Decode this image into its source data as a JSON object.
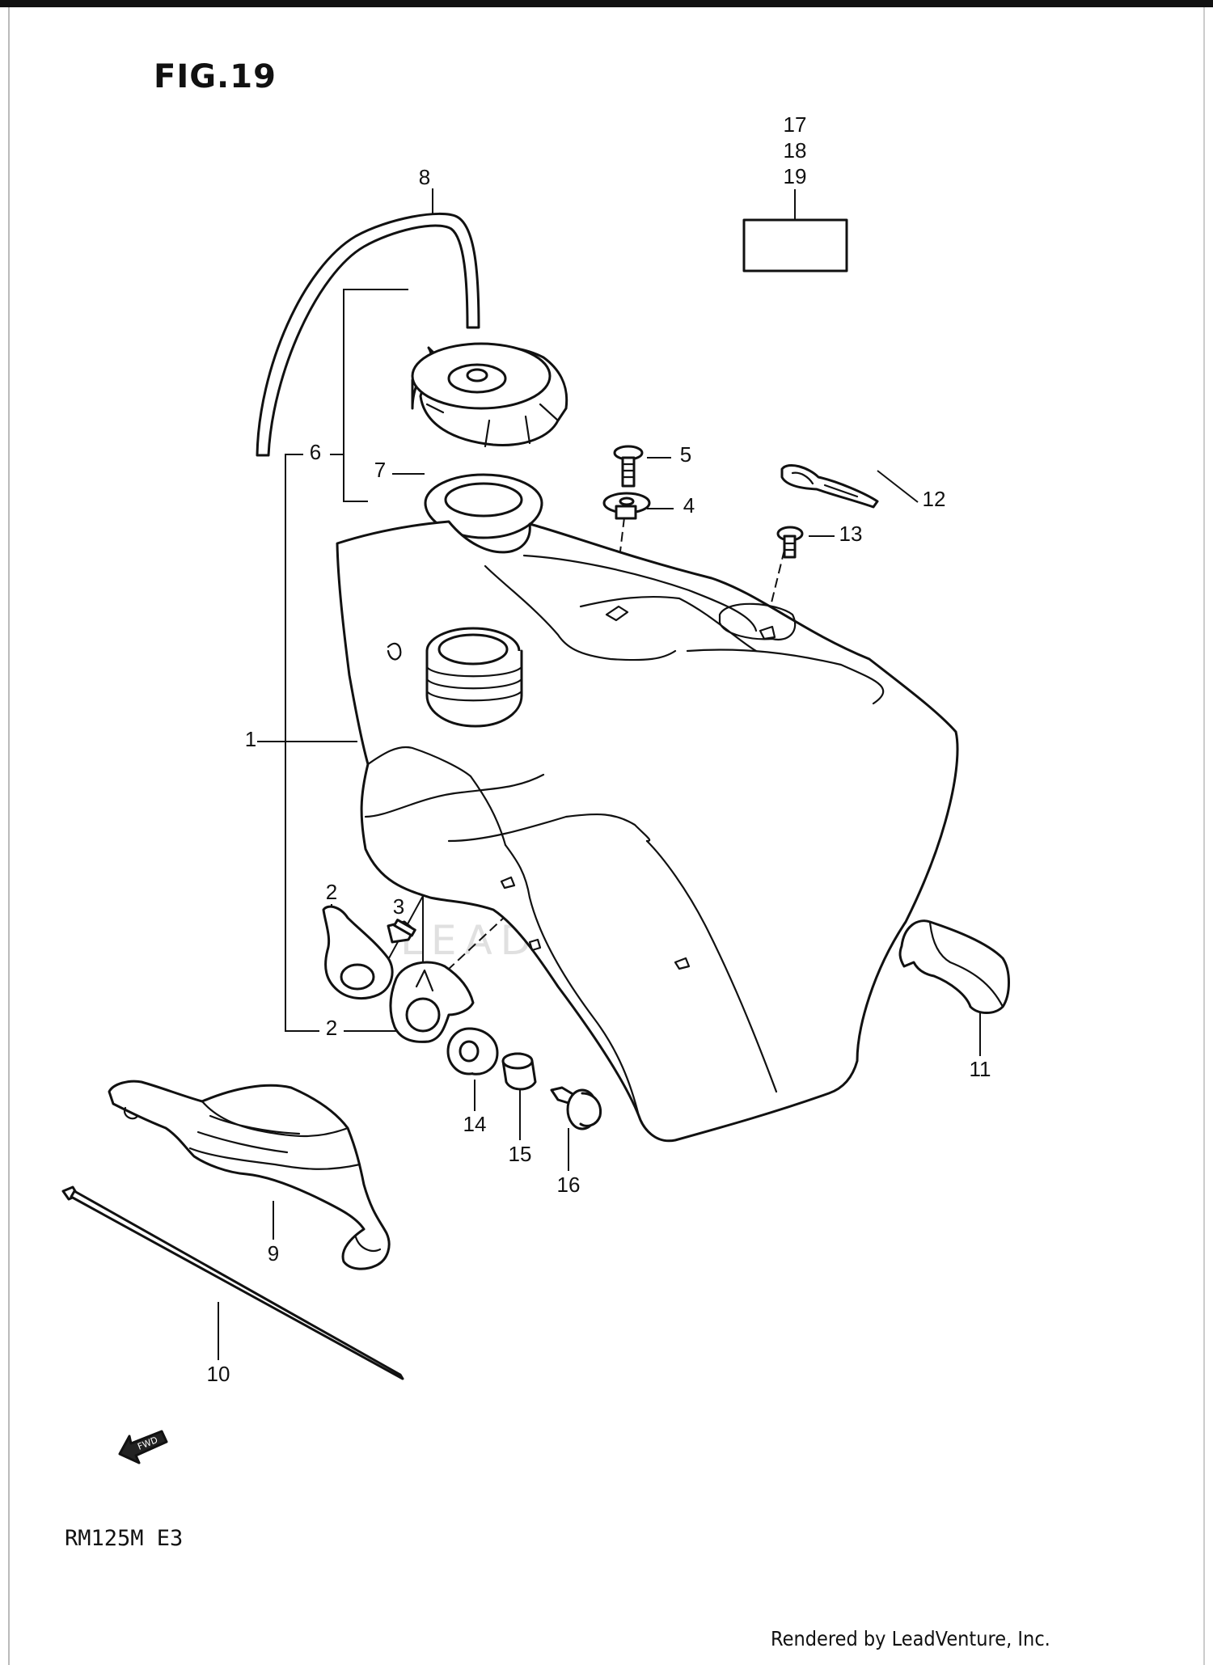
{
  "figure": {
    "title": "FIG.19"
  },
  "model_code": "RM125M  E3",
  "credit": "Rendered by LeadVenture, Inc.",
  "watermark": {
    "text": "LEADVENTURE"
  },
  "fwd_label": "FWD",
  "callouts": {
    "c1": "1",
    "c2a": "2",
    "c2b": "2",
    "c3": "3",
    "c4": "4",
    "c5": "5",
    "c6": "6",
    "c7": "7",
    "c8": "8",
    "c9": "9",
    "c10": "10",
    "c11": "11",
    "c12": "12",
    "c13": "13",
    "c14": "14",
    "c15": "15",
    "c16": "16",
    "c17": "17",
    "c18": "18",
    "c19": "19"
  }
}
